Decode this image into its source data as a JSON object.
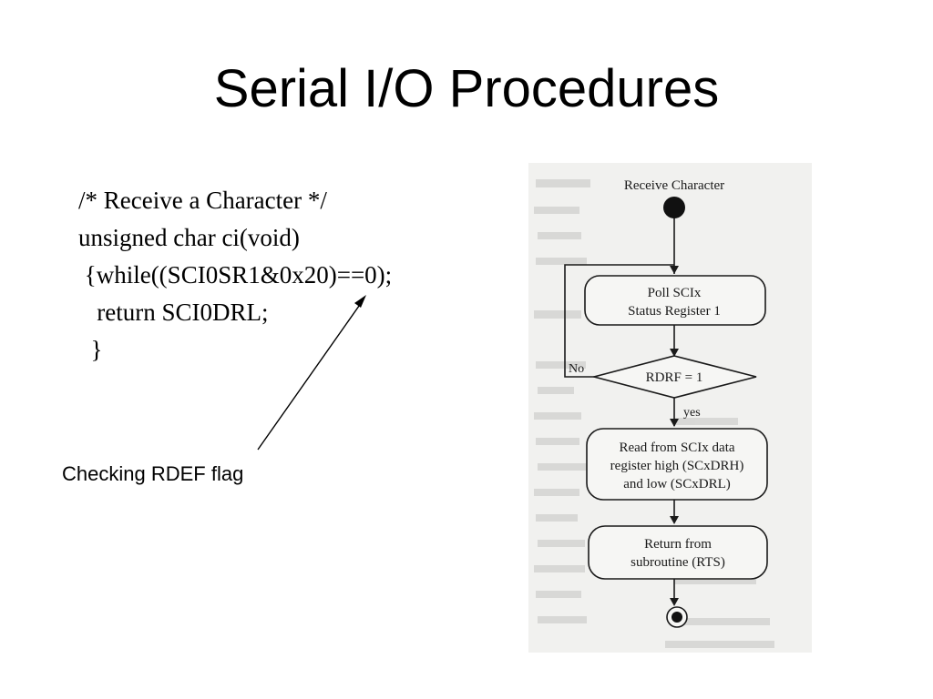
{
  "slide": {
    "title": "Serial I/O Procedures"
  },
  "code": {
    "lines": [
      "/* Receive a Character */",
      "unsigned char ci(void)",
      " {while((SCI0SR1&0x20)==0);",
      "   return SCI0DRL;",
      "  }"
    ]
  },
  "callout": {
    "label": "Checking RDEF flag"
  },
  "flowchart": {
    "start_label": "Receive Character",
    "poll_box": [
      "Poll SCIx",
      "Status Register 1"
    ],
    "decision": "RDRF = 1",
    "no_label": "No",
    "yes_label": "yes",
    "read_box": [
      "Read from SCIx data",
      "register high (SCxDRH)",
      "and low (SCxDRL)"
    ],
    "return_box": [
      "Return from",
      "subroutine (RTS)"
    ]
  },
  "colors": {
    "photo_background": "#f1f1ef",
    "ink": "#1a1a1a",
    "bleed_text": "#b9b9b7"
  }
}
